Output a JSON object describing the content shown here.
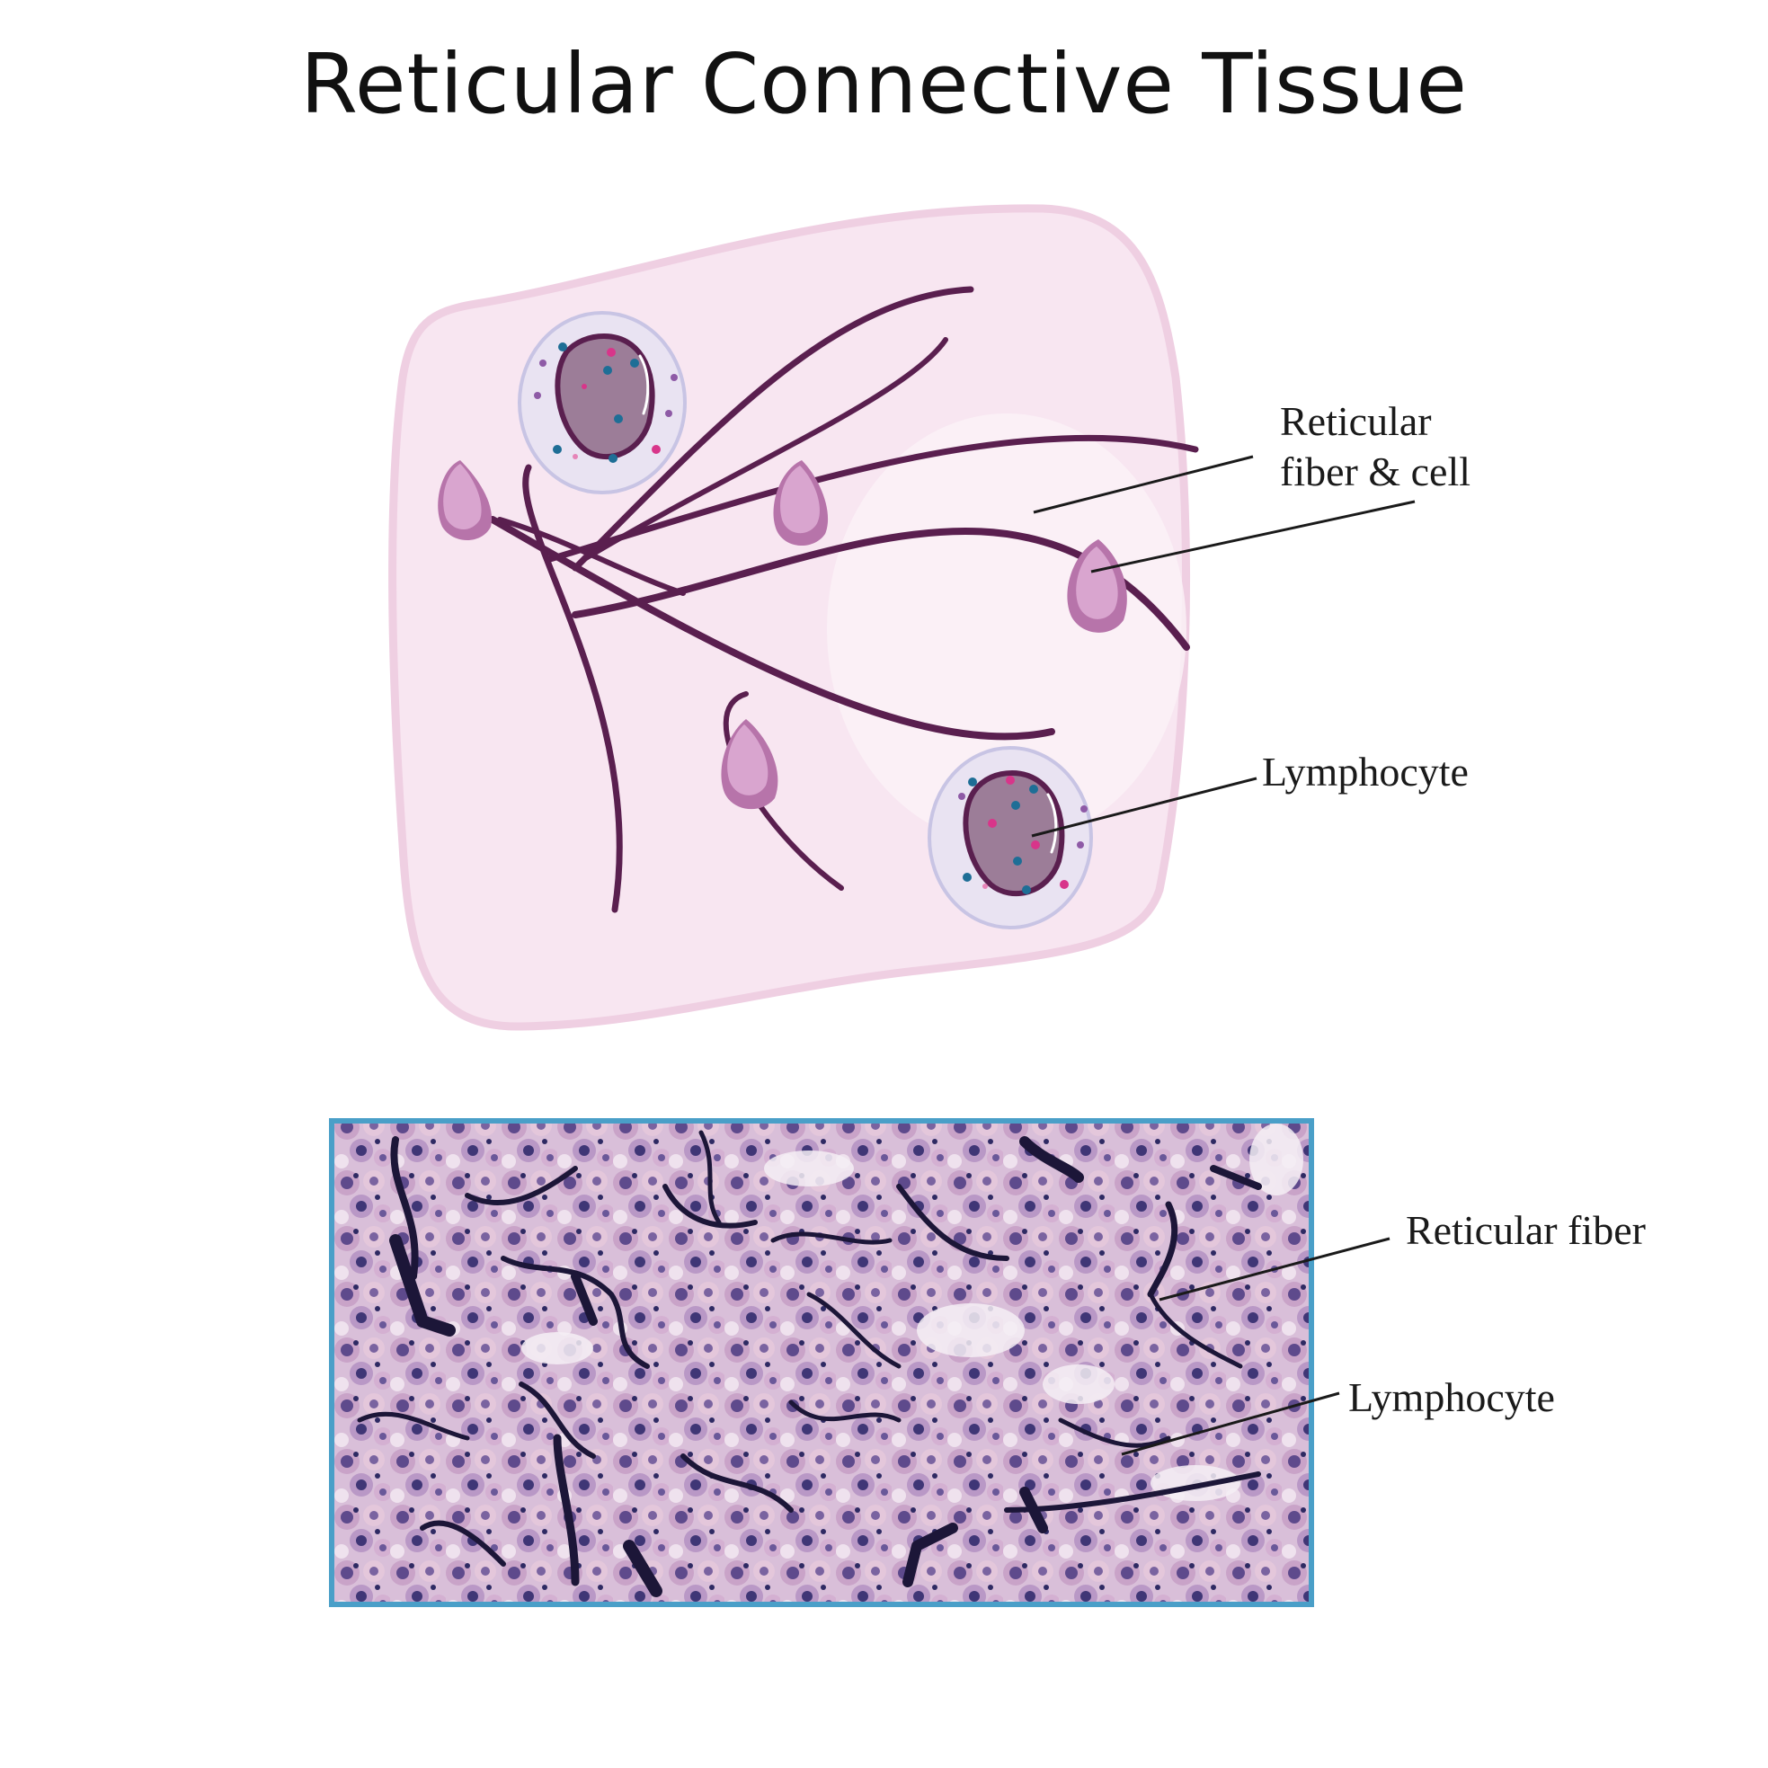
{
  "title": "Reticular Connective Tissue",
  "diagram": {
    "labels": {
      "reticular_fiber_cell": [
        "Reticular",
        "fiber & cell"
      ],
      "lymphocyte": "Lymphocyte"
    }
  },
  "micrograph": {
    "labels": {
      "reticular_fiber": "Reticular fiber",
      "lymphocyte": "Lymphocyte"
    }
  },
  "colors": {
    "tissue_fill": "#f8e6f1",
    "tissue_border": "#efcfe2",
    "fiber": "#5a1f4f",
    "reticular_cell": "#d9a5cf",
    "reticular_cell_dark": "#b774aa",
    "lymphocyte_nucleus": "#9c7d98",
    "lymphocyte_cytoplasm": "#e9e3f2",
    "micrograph_border": "#4a9fc8"
  }
}
